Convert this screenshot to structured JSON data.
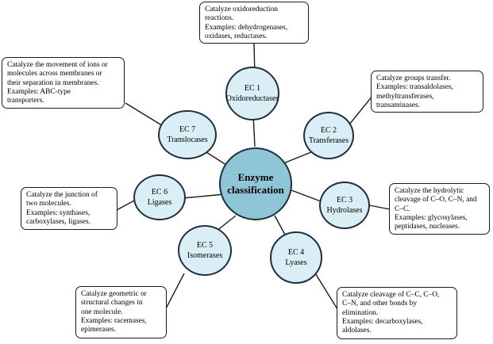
{
  "center": {
    "line1": "Enzyme",
    "line2": "classification"
  },
  "classes": [
    {
      "code": "EC 1",
      "name": "Oxidoreductases",
      "desc_lines": [
        "Catalyze oxidoreduction",
        "reactions.",
        "Examples: dehydrogenases,",
        "oxidases, reductases."
      ]
    },
    {
      "code": "EC 2",
      "name": "Transferases",
      "desc_lines": [
        "Catalyze groups transfer.",
        "Examples: transaldolases,",
        "methyltransferases,",
        "transaminases."
      ]
    },
    {
      "code": "EC 3",
      "name": "Hydrolases",
      "desc_lines": [
        "Catalyze the hydrolytic",
        "cleavage of C–O, C–N, and",
        "C–C.",
        "Examples: glycosylases,",
        "peptidases, nucleases."
      ]
    },
    {
      "code": "EC 4",
      "name": "Lyases",
      "desc_lines": [
        "Catalyze cleavage of C–C, C–O,",
        "C–N, and other bonds by",
        "elimination.",
        "Examples: decarboxylases,",
        "aldolases."
      ]
    },
    {
      "code": "EC 5",
      "name": "Isomerases",
      "desc_lines": [
        "Catalyze geometric or",
        "structural changes in",
        "one molecule.",
        "Examples: racemases,",
        "epimerases."
      ]
    },
    {
      "code": "EC 6",
      "name": "Ligases",
      "desc_lines": [
        "Catalyze the junction  of",
        "two molecules.",
        "Examples: synthases,",
        "carboxylases, ligases."
      ]
    },
    {
      "code": "EC 7",
      "name": "Translocases",
      "desc_lines": [
        "Catalyze the movement of ions or",
        "molecules across membranes or",
        "their separation in membranes.",
        "Examples: ABC-type",
        "transporters."
      ]
    }
  ],
  "colors": {
    "center_fill": "#8fc6d7",
    "node_fill": "#daeef6",
    "outline": "#1f2f3f"
  }
}
